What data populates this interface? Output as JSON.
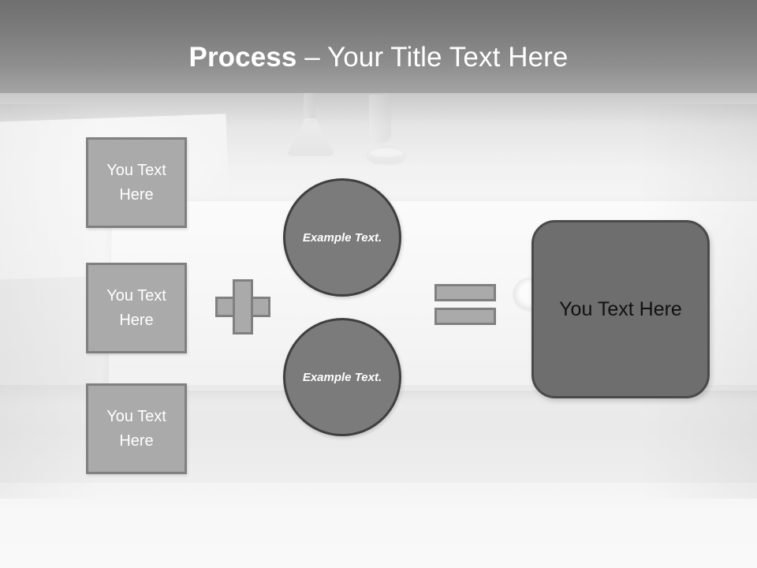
{
  "slide": {
    "title_bold": "Process",
    "title_rest": " – Your Title Text Here",
    "background": {
      "scene": "laboratory-glassware",
      "header_color": "#7c7c7c",
      "body_color": "#f0f0f0"
    }
  },
  "colors": {
    "box_fill": "#aaaaaa",
    "box_border": "#808080",
    "circle_fill": "#7b7b7b",
    "circle_border": "#3f3f3f",
    "result_fill": "#6e6e6e",
    "result_border": "#4a4a4a",
    "title_text": "#ffffff",
    "box_text": "#ffffff",
    "result_text": "#111111"
  },
  "inputs": [
    {
      "label": "You Text Here"
    },
    {
      "label": "You Text Here"
    },
    {
      "label": "You Text Here"
    }
  ],
  "operators": {
    "plus": "+",
    "equals": "="
  },
  "circles": [
    {
      "label": "Example Text."
    },
    {
      "label": "Example Text."
    }
  ],
  "result": {
    "label": "You Text Here"
  }
}
